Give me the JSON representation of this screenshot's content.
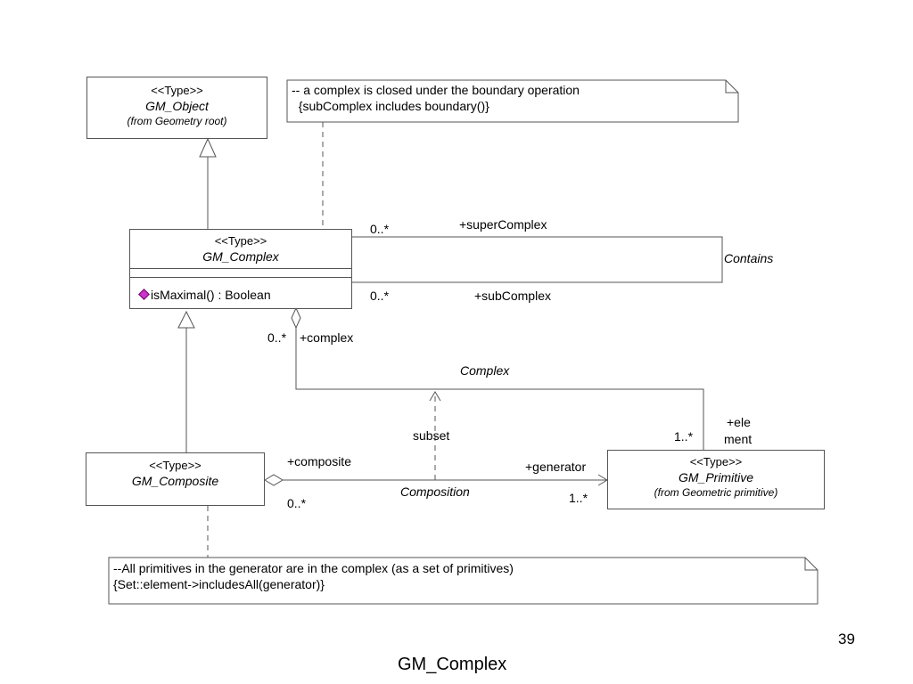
{
  "gm_object": {
    "stereotype": "<<Type>>",
    "name": "GM_Object",
    "from": "(from Geometry root)"
  },
  "gm_complex": {
    "stereotype": "<<Type>>",
    "name": "GM_Complex",
    "operation": "isMaximal() : Boolean"
  },
  "gm_composite": {
    "stereotype": "<<Type>>",
    "name": "GM_Composite"
  },
  "gm_primitive": {
    "stereotype": "<<Type>>",
    "name": "GM_Primitive",
    "from": "(from Geometric primitive)"
  },
  "note_top": {
    "line1": "-- a complex is closed under the boundary operation",
    "line2": "  {subComplex includes boundary()}"
  },
  "note_bottom": {
    "line1": "--All primitives in the generator are in the complex (as a set of primitives)",
    "line2": "{Set::element->includesAll(generator)}"
  },
  "contains": {
    "name": "Contains",
    "super_mult": "0..*",
    "super_role": "+superComplex",
    "sub_mult": "0..*",
    "sub_role": "+subComplex"
  },
  "complex_assoc": {
    "name": "Complex",
    "complex_mult": "0..*",
    "complex_role": "+complex",
    "element_mult": "1..*",
    "element_role_1": "+ele",
    "element_role_2": "ment"
  },
  "composition_assoc": {
    "name": "Composition",
    "composite_role": "+composite",
    "composite_mult": "0..*",
    "generator_role": "+generator",
    "generator_mult": "1..*",
    "subset_label": "subset"
  },
  "slide": {
    "number": "39",
    "caption": "GM_Complex"
  },
  "colors": {
    "line": "#555555",
    "operation_icon": "#cc33cc"
  }
}
